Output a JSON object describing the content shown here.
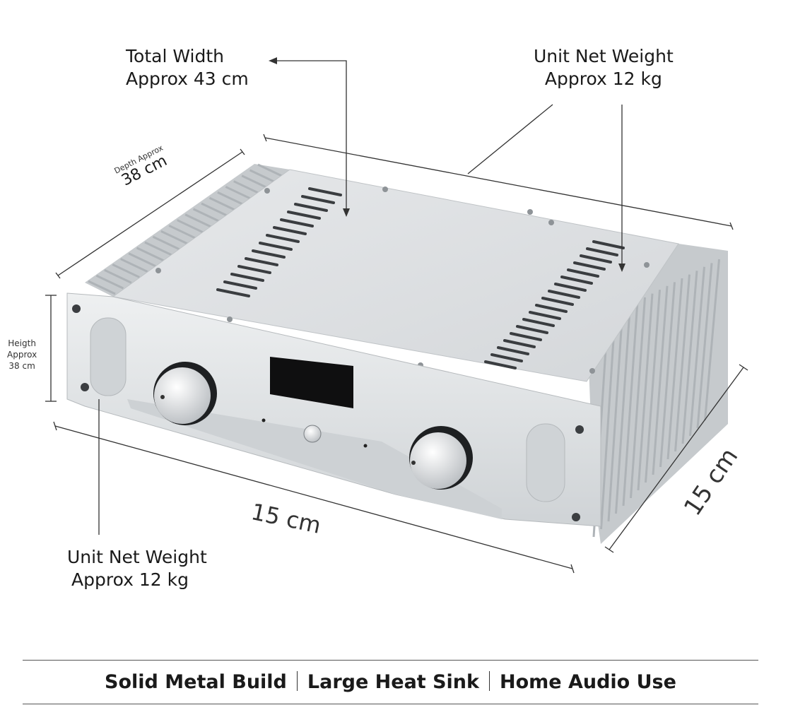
{
  "labels": {
    "width_line1": "Total Width",
    "width_line2": "Approx 43 cm",
    "weight_top_line1": "Unit Net Weight",
    "weight_top_line2": "Approx 12 kg",
    "weight_bottom_line1": "Unit Net Weight",
    "weight_bottom_line2": "Approx 12 kg",
    "depth_line1": "Depth Approx",
    "depth_line2": "38 cm",
    "height_line1": "Heigth",
    "height_line2": "Approx",
    "height_line3": "38 cm",
    "front_dimension": "15 cm",
    "side_dimension": "15 cm"
  },
  "footer": {
    "feature_1": "Solid Metal Build",
    "feature_2": "Large Heat Sink",
    "feature_3": "Home Audio Use"
  },
  "device": {
    "body_color": "#d9dcdf",
    "panel_color": "#e8eaec",
    "display_color": "#111111"
  }
}
